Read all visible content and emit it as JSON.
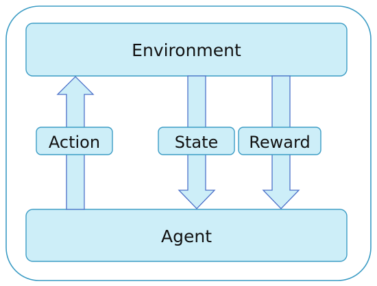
{
  "diagram": {
    "nodes": {
      "environment": "Environment",
      "agent": "Agent"
    },
    "edges": {
      "action": "Action",
      "state": "State",
      "reward": "Reward"
    }
  },
  "colors": {
    "box_fill": "#cdeef8",
    "box_stroke": "#3a9bc4",
    "arrow_stroke": "#4a6fc8",
    "text": "#111111"
  }
}
